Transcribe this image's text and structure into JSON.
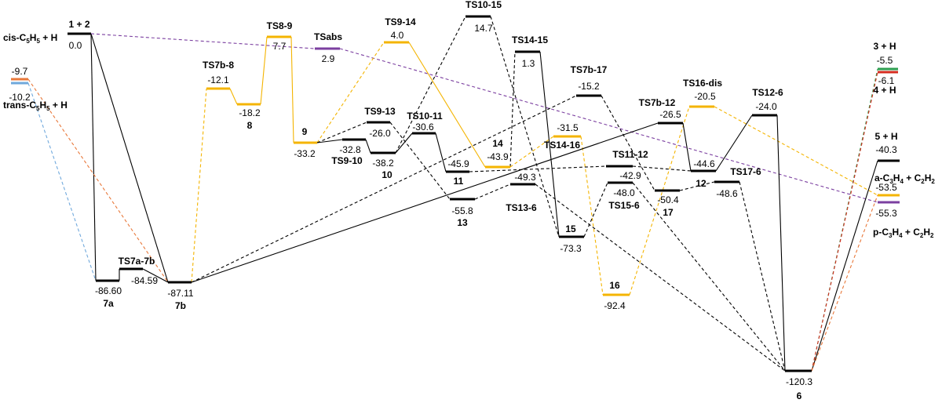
{
  "colors": {
    "black": "#000000",
    "yellow": "#F4B400",
    "purple": "#7B3FA0",
    "orange": "#E8783A",
    "blue": "#6FA8DC",
    "green": "#2E9E4F",
    "red": "#D62D20"
  },
  "levels": [
    {
      "id": "cis",
      "value": "-9.7"
    },
    {
      "id": "trans",
      "value": "-10.2"
    },
    {
      "id": "L12",
      "name": "1 + 2",
      "value": "0.0"
    },
    {
      "id": "TS7a-7b",
      "name": "TS7a-7b",
      "value": "-84.59"
    },
    {
      "id": "7a",
      "name": "7a",
      "value": "-86.60"
    },
    {
      "id": "7b",
      "name": "7b",
      "value": "-87.11"
    },
    {
      "id": "TS7b-8",
      "name": "TS7b-8",
      "value": "-12.1"
    },
    {
      "id": "8",
      "name": "8",
      "value": "-18.2"
    },
    {
      "id": "TS8-9",
      "name": "TS8-9",
      "value": "7.7"
    },
    {
      "id": "9",
      "name": "9",
      "value": "-33.2"
    },
    {
      "id": "TSabs",
      "name": "TSabs",
      "value": "2.9"
    },
    {
      "id": "TS9-13",
      "name": "TS9-13",
      "value": "-26.0"
    },
    {
      "id": "TS9-10",
      "name": "TS9-10",
      "value": "-32.8"
    },
    {
      "id": "10",
      "name": "10",
      "value": "-38.2"
    },
    {
      "id": "TS9-14",
      "name": "TS9-14",
      "value": "4.0"
    },
    {
      "id": "TS10-11",
      "name": "TS10-11",
      "value": "-30.6"
    },
    {
      "id": "11",
      "name": "11",
      "value": "-45.9"
    },
    {
      "id": "13",
      "name": "13",
      "value": "-55.8"
    },
    {
      "id": "TS13-6",
      "name": "TS13-6",
      "value": "-49.3"
    },
    {
      "id": "TS10-15",
      "name": "TS10-15",
      "value": "14.7"
    },
    {
      "id": "14",
      "name": "14",
      "value": "-43.9"
    },
    {
      "id": "TS14-15",
      "name": "TS14-15",
      "value": "1.3"
    },
    {
      "id": "TS14-16",
      "name": "TS14-16",
      "value": "-31.5"
    },
    {
      "id": "15",
      "name": "15",
      "value": "-73.3"
    },
    {
      "id": "TS7b-17",
      "name": "TS7b-17",
      "value": "-15.2"
    },
    {
      "id": "16",
      "name": "16",
      "value": "-92.4"
    },
    {
      "id": "TS11-12",
      "name": "TS11-12",
      "value": "-42.9"
    },
    {
      "id": "TS15-6",
      "name": "TS15-6",
      "value": "-48.0"
    },
    {
      "id": "TS7b-12",
      "name": "TS7b-12",
      "value": "-26.5"
    },
    {
      "id": "17",
      "name": "17",
      "value": "-50.4"
    },
    {
      "id": "TS16-dis",
      "name": "TS16-dis",
      "value": "-20.5"
    },
    {
      "id": "12",
      "name": "12",
      "value": "-44.6"
    },
    {
      "id": "TS17-6",
      "name": "TS17-6",
      "value": "-48.6"
    },
    {
      "id": "TS12-6",
      "name": "TS12-6",
      "value": "-24.0"
    },
    {
      "id": "6",
      "name": "6",
      "value": "-120.3"
    },
    {
      "id": "L3H",
      "name": "3 + H",
      "value": "-5.5"
    },
    {
      "id": "L4H",
      "name": "4 + H",
      "value": "-6.1"
    },
    {
      "id": "L5H",
      "name": "5 + H",
      "value": "-40.3"
    },
    {
      "id": "aC3H4",
      "value": "-53.5"
    },
    {
      "id": "pC3H4",
      "value": "-55.3"
    }
  ],
  "species": {
    "cis_prefix": "cis-C",
    "trans_prefix": "trans-C",
    "c5h5_sub_c": "5",
    "c5h5_mid": "H",
    "c5h5_sub_h": "5",
    "plus_h": " + H",
    "a_prefix": "a-C",
    "p_prefix": "p-C",
    "c3h4_sub_c": "3",
    "c3h4_mid": "H",
    "c3h4_sub_h": "4",
    "plus_c2h2": " + C",
    "c2h2_sub_c": "2",
    "c2h2_mid": "H",
    "c2h2_sub_h": "2"
  }
}
